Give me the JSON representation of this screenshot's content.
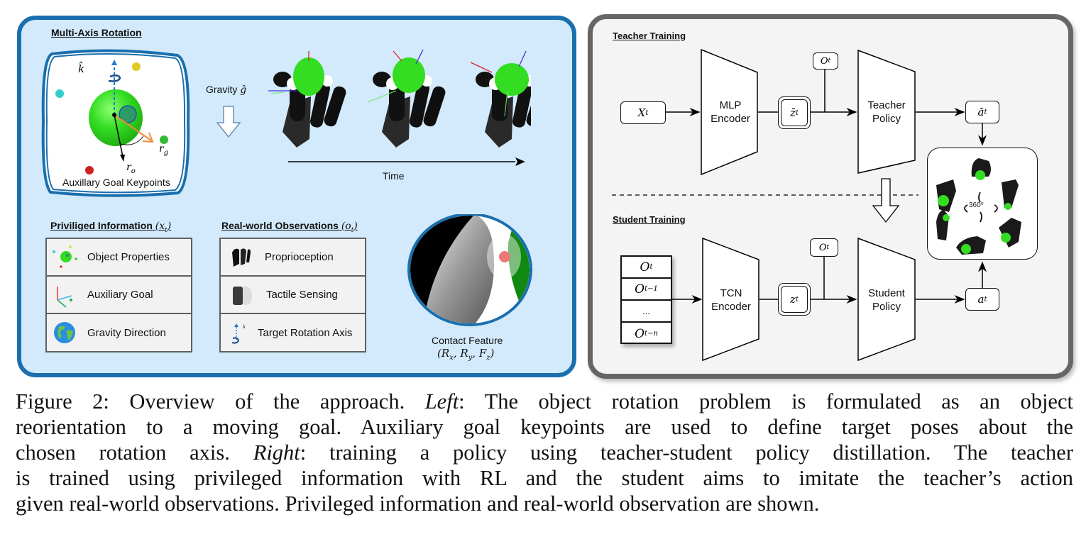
{
  "left": {
    "multi_axis_title": "Multi-Axis Rotation",
    "k_hat_label": "k̂",
    "r_g_label": "r",
    "r_g_sub": "g",
    "r_o_label": "r",
    "r_o_sub": "o",
    "keypoints_caption": "Auxillary Goal Keypoints",
    "gravity_label": "Gravity",
    "gravity_symbol": "ĝ",
    "time_label": "Time",
    "privileged": {
      "title": "Priviliged Information",
      "symbol": "(x",
      "symbol_sub": "t",
      "symbol_close": ")",
      "rows": [
        {
          "label": "Object Properties",
          "icon": "object-keypoints-icon"
        },
        {
          "label": "Auxiliary Goal",
          "icon": "axes-icon"
        },
        {
          "label": "Gravity Direction",
          "icon": "globe-icon"
        }
      ]
    },
    "observations": {
      "title": "Real-world Observations",
      "symbol": "(o",
      "symbol_sub": "t",
      "symbol_close": ")",
      "rows": [
        {
          "label": "Proprioception",
          "icon": "robot-hand-icon"
        },
        {
          "label": "Tactile Sensing",
          "icon": "tactile-sensor-icon"
        },
        {
          "label": "Target Rotation Axis",
          "icon": "rotation-axis-icon"
        }
      ]
    },
    "contact_feature": {
      "label": "Contact Feature",
      "formula": "(R",
      "rx_sub": "x",
      "ry": ", R",
      "ry_sub": "y",
      "fz": ", F",
      "fz_sub": "z",
      "close": ")"
    }
  },
  "right": {
    "teacher": {
      "title": "Teacher Training",
      "input": "X",
      "input_sub": "t",
      "encoder": [
        "MLP",
        "Encoder"
      ],
      "latent": "z̄",
      "latent_sub": "t",
      "obs": "O",
      "obs_sub": "t",
      "policy": [
        "Teacher",
        "Policy"
      ],
      "action": "ā",
      "action_sub": "t"
    },
    "student": {
      "title": "Student Training",
      "history": [
        {
          "main": "O",
          "sub": "t"
        },
        {
          "main": "O",
          "sub": "t−1"
        },
        {
          "main": "...",
          "sub": ""
        },
        {
          "main": "O",
          "sub": "t−n"
        }
      ],
      "encoder": [
        "TCN",
        "Encoder"
      ],
      "latent": "z",
      "latent_sub": "t",
      "obs": "O",
      "obs_sub": "t",
      "policy": [
        "Student",
        "Policy"
      ],
      "action": "a",
      "action_sub": "t"
    },
    "rotation_label": "360⁰"
  },
  "caption": {
    "lines": [
      [
        {
          "t": "Figure 2: Overview of the approach. "
        },
        {
          "t": "Left",
          "i": true
        },
        {
          "t": ": The object rotation problem is formulated as an object"
        }
      ],
      [
        {
          "t": "reorientation to a moving goal.  Auxiliary goal keypoints are used to define target poses about the"
        }
      ],
      [
        {
          "t": "chosen rotation axis. "
        },
        {
          "t": "Right",
          "i": true
        },
        {
          "t": ": training a policy using teacher-student policy distillation.  The teacher"
        }
      ],
      [
        {
          "t": "is trained using privileged information with RL and the student aims to imitate the teacher’s action"
        }
      ],
      [
        {
          "t": "given real-world observations. Privileged information and real-world observation are shown."
        }
      ]
    ]
  },
  "colors": {
    "left_panel_bg": "#d2eafb",
    "left_panel_border": "#1a6fae",
    "right_panel_bg": "#f4f4f4",
    "right_panel_border": "#666666",
    "object_green": "#33dd22",
    "goal_arrow_orange": "#f08a3a"
  }
}
